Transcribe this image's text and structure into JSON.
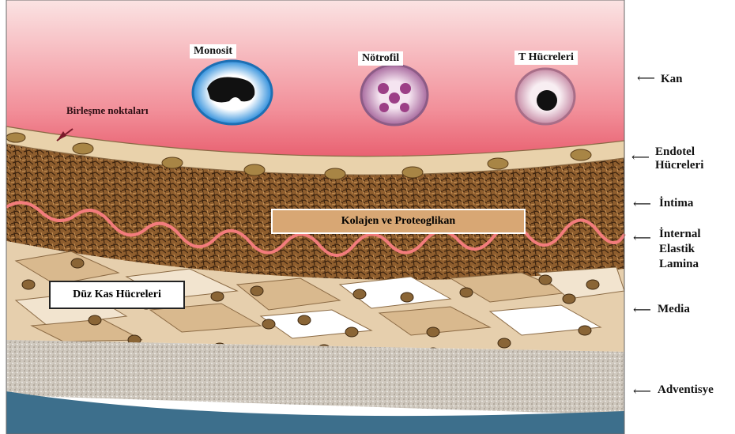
{
  "cells": {
    "monocyte": "Monosit",
    "neutrophil": "Nötrofil",
    "t_cells": "T Hücreleri"
  },
  "labels": {
    "junctions": "Birleşme noktaları",
    "collagen": "Kolajen ve Proteoglikan",
    "smooth_muscle": "Düz Kas Hücreleri"
  },
  "side_labels": {
    "blood": "Kan",
    "endothelial_line1": "Endotel",
    "endothelial_line2": "Hücreleri",
    "intima": "İntima",
    "iel_line1": "İnternal",
    "iel_line2": "Elastik",
    "iel_line3": "Lamina",
    "media": "Media",
    "adventitia": "Adventisye"
  },
  "colors": {
    "blood_top": "#f9d4d4",
    "blood_bottom": "#e85a6a",
    "endothelium": "#e8cfa6",
    "intima": "#8a5a2c",
    "elastic_lamina": "#f07b7b",
    "media": "#e6cfae",
    "adventitia": "#c9c2b8",
    "lumen_base": "#3d6f8c",
    "monocyte_ring": "#2e8fd6",
    "neutrophil_ring": "#b27aa8",
    "tcell_ring": "#d6a4ba"
  }
}
